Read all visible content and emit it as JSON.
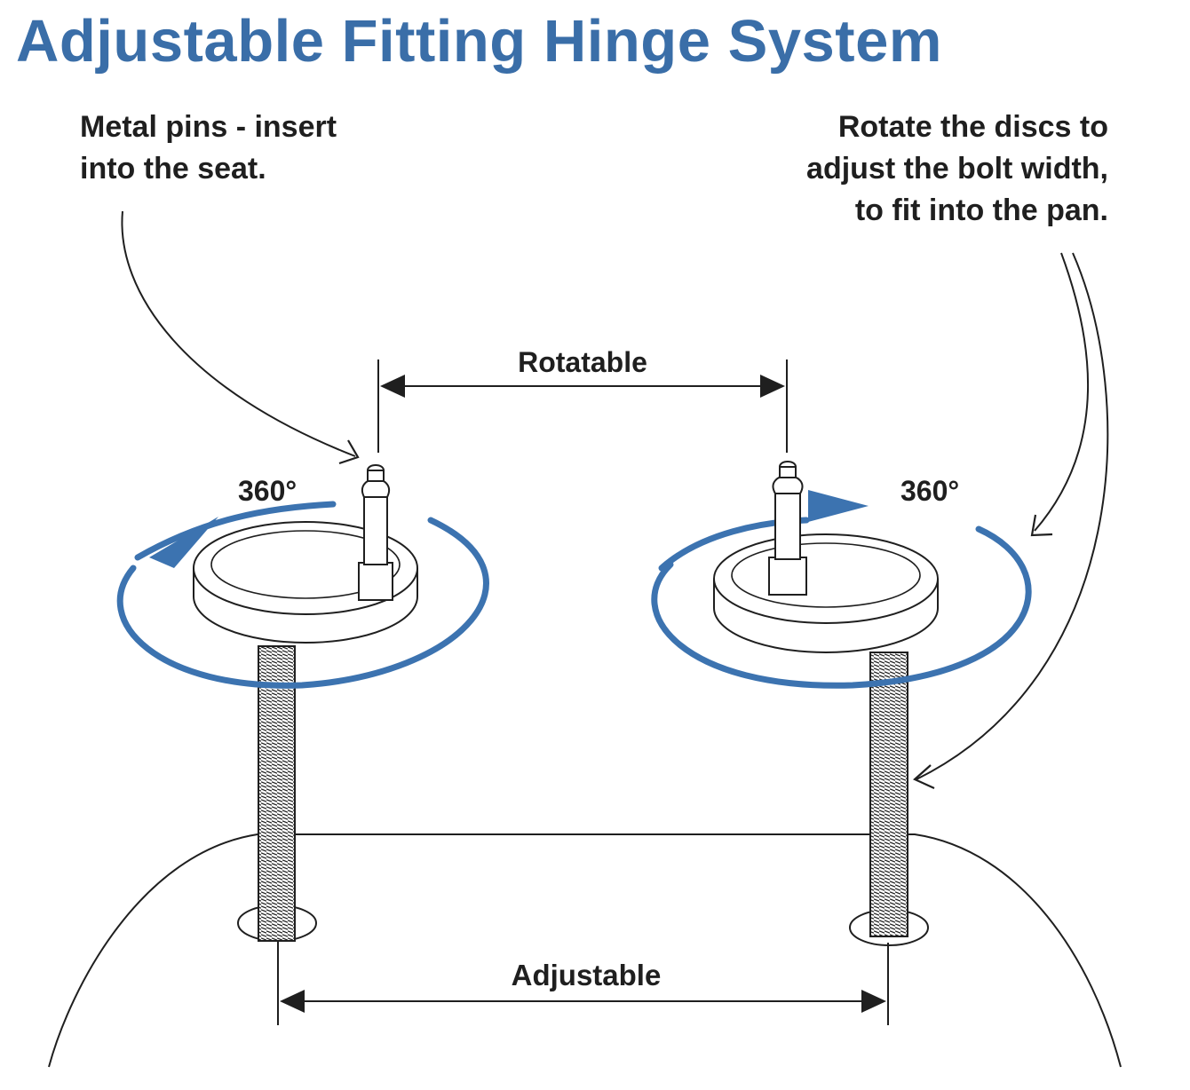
{
  "title": "Adjustable Fitting Hinge System",
  "callouts": {
    "pins": [
      "Metal pins - insert",
      "into the seat."
    ],
    "discs": [
      "Rotate the discs to",
      "adjust the bolt width,",
      "to fit into the pan."
    ]
  },
  "labels": {
    "rotatable": "Rotatable",
    "adjustable": "Adjustable",
    "left_degrees": "360°",
    "right_degrees": "360°"
  },
  "colors": {
    "title": "#3a6ea8",
    "ring": "#3c73b0",
    "line": "#1f1f1f"
  }
}
